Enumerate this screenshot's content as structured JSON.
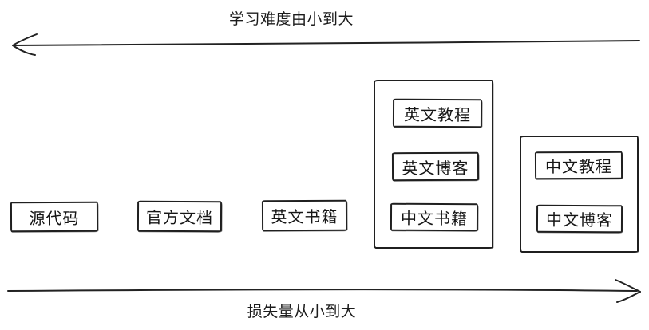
{
  "diagram": {
    "top_axis": {
      "label": "学习难度由小到大",
      "direction": "left"
    },
    "bottom_axis": {
      "label": "损失量从小到大",
      "direction": "right"
    },
    "nodes": [
      {
        "id": "source-code",
        "label": "源代码"
      },
      {
        "id": "official-docs",
        "label": "官方文档"
      },
      {
        "id": "english-books",
        "label": "英文书籍"
      }
    ],
    "groups": [
      {
        "id": "group-english-and-chinese-books",
        "items": [
          {
            "id": "english-tutorials",
            "label": "英文教程"
          },
          {
            "id": "english-blogs",
            "label": "英文博客"
          },
          {
            "id": "chinese-books",
            "label": "中文书籍"
          }
        ]
      },
      {
        "id": "group-chinese",
        "items": [
          {
            "id": "chinese-tutorials",
            "label": "中文教程"
          },
          {
            "id": "chinese-blogs",
            "label": "中文博客"
          }
        ]
      }
    ],
    "colors": {
      "stroke": "#1f1f1f",
      "background": "#ffffff",
      "text": "#1a1a1a"
    }
  }
}
